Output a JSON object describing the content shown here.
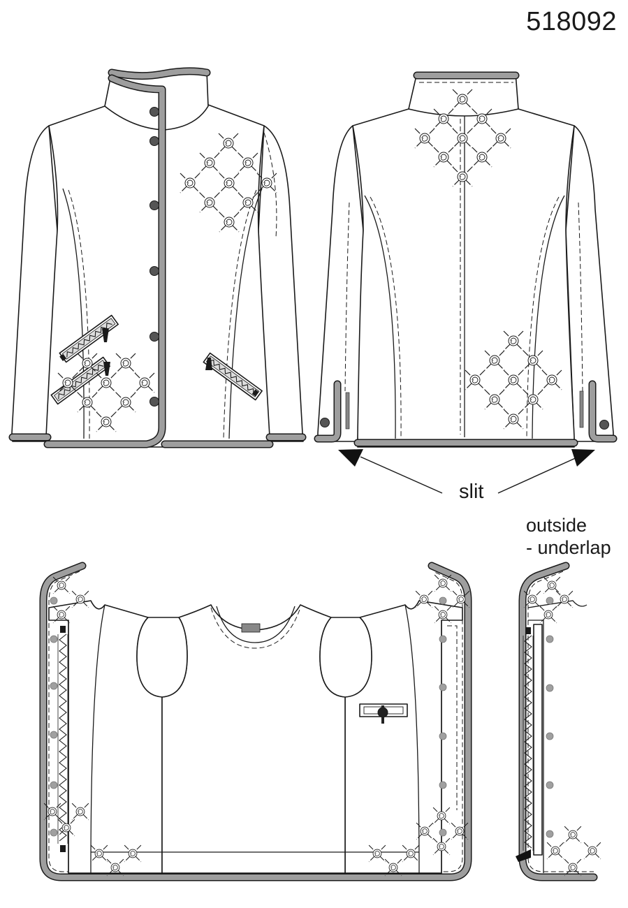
{
  "style_number": "518092",
  "labels": {
    "slit": "slit",
    "underlap_line1": "outside",
    "underlap_line2": "- underlap"
  },
  "views": [
    "front-view",
    "back-view",
    "inside-flat-view",
    "underlap-detail-view"
  ],
  "colors": {
    "line": "#1a1a1a",
    "binding_tape": "#9e9e9e",
    "button_dark": "#555555",
    "button_grey": "#a0a0a0",
    "background": "#ffffff"
  },
  "icons": [
    "button-icon",
    "slit-arrow-icon",
    "embroidery-motif-icon",
    "zipper-pocket-icon",
    "brand-label-icon"
  ]
}
